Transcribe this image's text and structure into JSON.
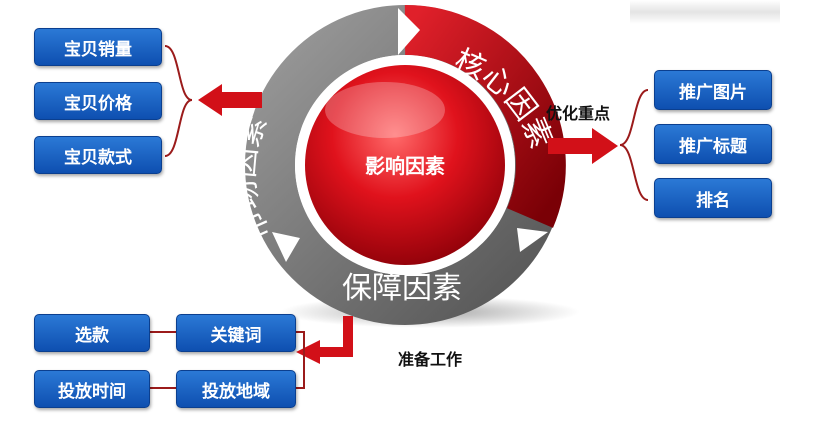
{
  "center": {
    "label": "影响因素"
  },
  "ring": {
    "market": "市场因素",
    "core": "核心因素",
    "guarantee": "保障因素"
  },
  "left_boxes": [
    "宝贝销量",
    "宝贝价格",
    "宝贝款式"
  ],
  "right_label": "优化重点",
  "right_boxes": [
    "推广图片",
    "推广标题",
    "排名"
  ],
  "bottom_label": "准备工作",
  "bottom_boxes": [
    "选款",
    "关键词",
    "投放时间",
    "投放地域"
  ],
  "colors": {
    "red": "#c8101a",
    "gray": "#777777",
    "blue": "#1460c4"
  }
}
